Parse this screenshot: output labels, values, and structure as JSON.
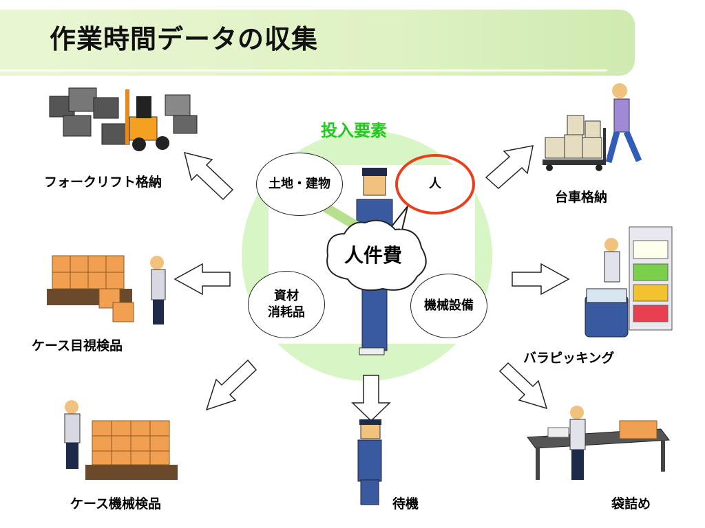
{
  "title": "作業時間データの収集",
  "center": {
    "heading": "投入要素",
    "core": "人件費",
    "factors": {
      "land": "土地・建物",
      "person": "人",
      "materials_line1": "資材",
      "materials_line2": "消耗品",
      "equipment": "機械設備"
    }
  },
  "tasks": {
    "forklift": "フォークリフト格納",
    "cart": "台車格納",
    "visual_inspection": "ケース目視検品",
    "piece_picking": "バラピッキング",
    "machine_inspection": "ケース機械検品",
    "waiting": "待機",
    "bagging": "袋詰め"
  },
  "colors": {
    "title_band": "#dff2c4",
    "heading": "#22c81e",
    "highlight_ring": "#e8401c",
    "box": "#f0a050"
  }
}
